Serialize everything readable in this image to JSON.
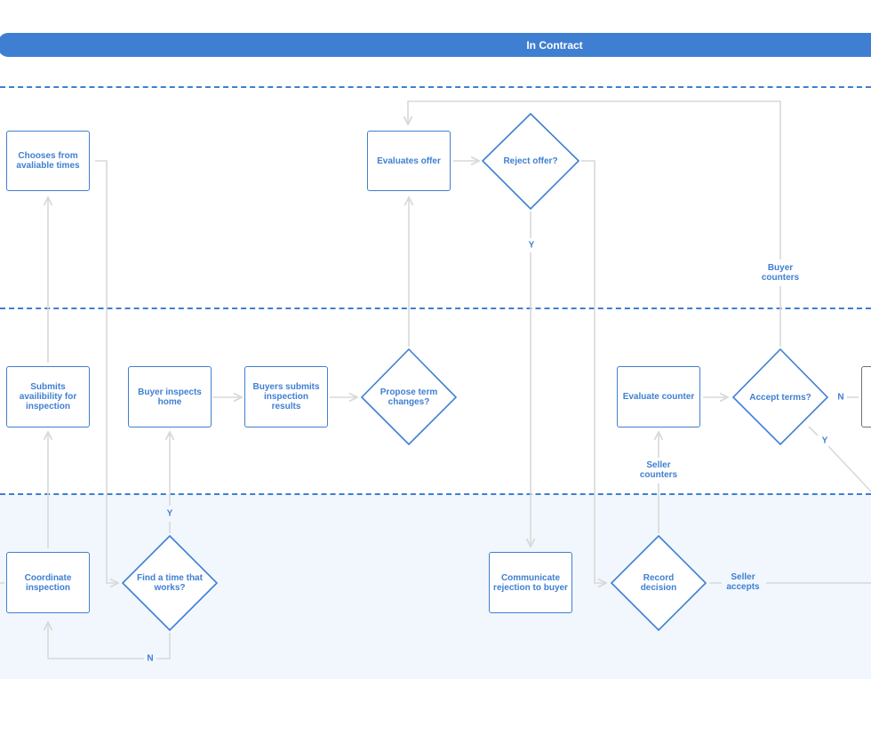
{
  "header": {
    "title": "In Contract"
  },
  "nodes": {
    "chooses_times": "Chooses from avaliable times",
    "evaluates_offer": "Evaluates offer",
    "reject_offer": "Reject offer?",
    "submits_availability": "Submits availibility for inspection",
    "buyer_inspects": "Buyer inspects home",
    "buyers_submits": "Buyers submits inspection results",
    "propose_changes": "Propose term changes?",
    "evaluate_counter": "Evaluate counter",
    "accept_terms": "Accept terms?",
    "coordinate_inspection": "Coordinate inspection",
    "find_time": "Find a time that works?",
    "communicate_rejection": "Communicate rejection to buyer",
    "record_decision": "Record decision"
  },
  "edge_labels": {
    "reject_yes": "Y",
    "buyer_counters": "Buyer counters",
    "accept_no": "N",
    "accept_yes": "Y",
    "seller_counters": "Seller counters",
    "find_yes": "Y",
    "find_no": "N",
    "seller_accepts": "Seller accepts"
  },
  "colors": {
    "accent": "#3f7fd1",
    "connector": "#d9d9d9",
    "lane_fill": "#f1f7fd",
    "grey_box": "#707070"
  }
}
